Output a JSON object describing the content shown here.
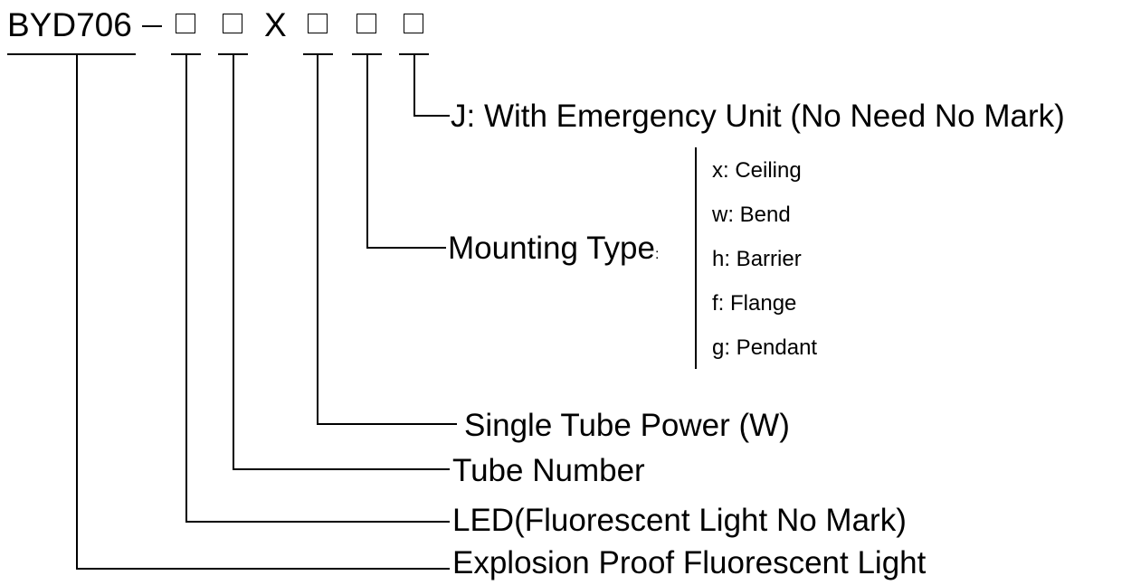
{
  "model_code": {
    "prefix": "BYD706",
    "separator": "—",
    "fixed_letter": "X",
    "slot_symbol": "□"
  },
  "fields": [
    {
      "id": "emergency",
      "label": "J: With Emergency Unit (No Need No Mark)"
    },
    {
      "id": "mounting",
      "label": "Mounting Type",
      "suffix": ":",
      "options": [
        "x: Ceiling",
        "w: Bend",
        "h: Barrier",
        "f: Flange",
        "g: Pendant"
      ]
    },
    {
      "id": "power",
      "label": "Single Tube Power (W)"
    },
    {
      "id": "tube_number",
      "label": "Tube Number"
    },
    {
      "id": "led",
      "label": "LED(Fluorescent Light No Mark)"
    },
    {
      "id": "series",
      "label": "Explosion Proof Fluorescent Light"
    }
  ]
}
